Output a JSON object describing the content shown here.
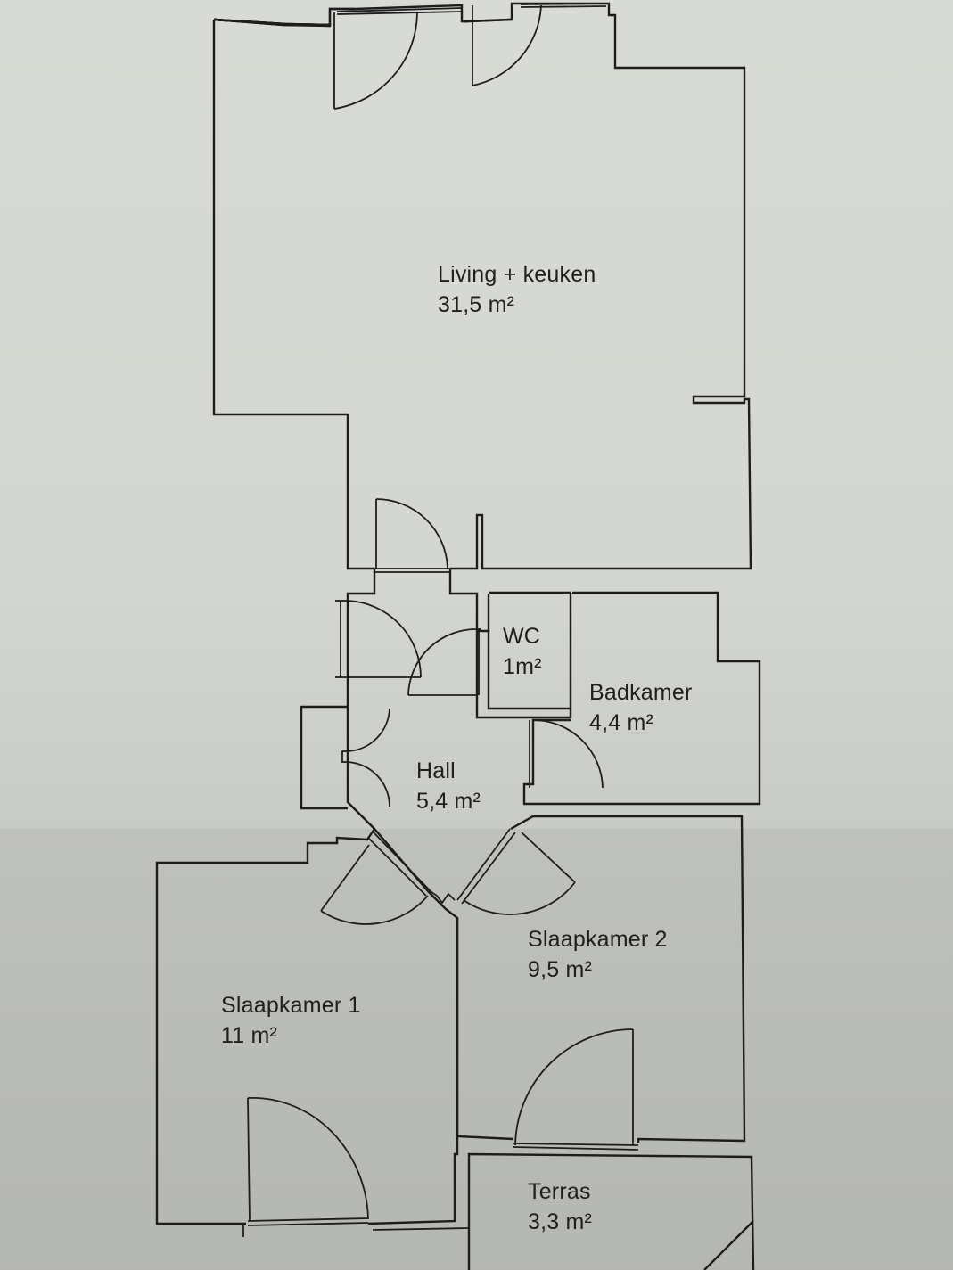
{
  "plan": {
    "background_color": "#d3d5d0",
    "line_color": "#1d1d1d",
    "rooms": [
      {
        "id": "living",
        "name": "Living + keuken",
        "area": "31,5 m²"
      },
      {
        "id": "wc",
        "name": "WC",
        "area": "1m²"
      },
      {
        "id": "badkamer",
        "name": "Badkamer",
        "area": "4,4 m²"
      },
      {
        "id": "hall",
        "name": "Hall",
        "area": "5,4 m²"
      },
      {
        "id": "slaapkamer2",
        "name": "Slaapkamer 2",
        "area": "9,5 m²"
      },
      {
        "id": "slaapkamer1",
        "name": "Slaapkamer 1",
        "area": "11 m²"
      },
      {
        "id": "terras",
        "name": "Terras",
        "area": "3,3 m²"
      }
    ]
  }
}
